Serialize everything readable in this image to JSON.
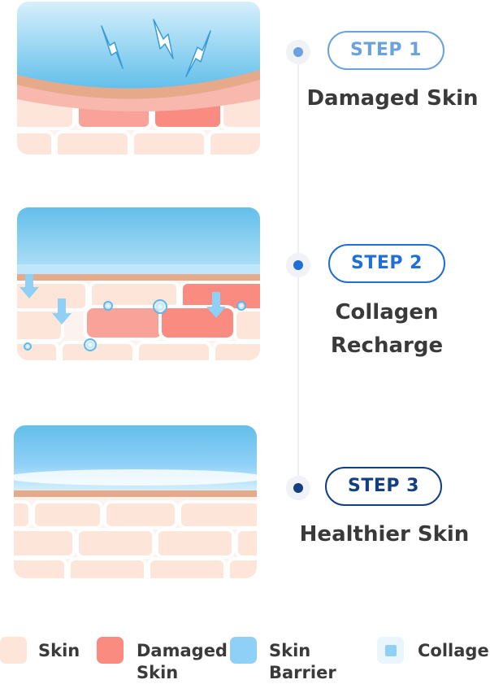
{
  "steps": [
    {
      "badge": "STEP 1",
      "title": "Damaged Skin",
      "color": "#6aa2dd"
    },
    {
      "badge": "STEP 2",
      "title": "Collagen Recharge",
      "color": "#1f6fd6"
    },
    {
      "badge": "STEP 3",
      "title": "Healthier Skin",
      "color": "#133e80"
    }
  ],
  "legend": [
    {
      "label": "Skin",
      "color": "#fde5da"
    },
    {
      "label": "Damaged Skin",
      "color": "#f98b80"
    },
    {
      "label": "Skin Barrier",
      "color": "#8fd0f7"
    },
    {
      "label": "Collagen",
      "color": "#8fd0f7"
    }
  ],
  "colors": {
    "skin": "#fde5da",
    "damaged": "#f98b80",
    "barrier": "#8fd0f7",
    "barrier_line": "#e6a98a"
  },
  "icons": [
    "lightning-bolt-icon",
    "down-arrow-icon",
    "collagen-bubble-icon"
  ]
}
